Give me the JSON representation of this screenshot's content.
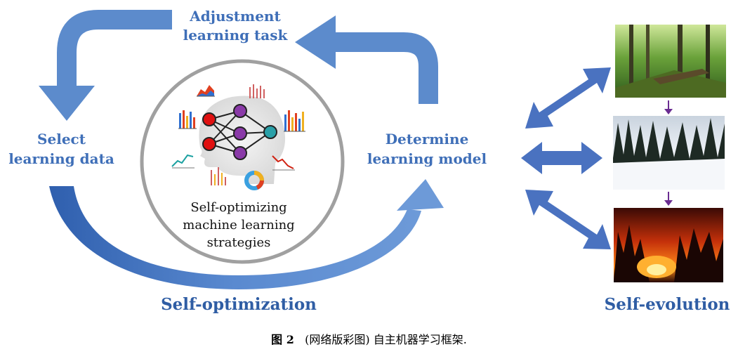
{
  "labels": {
    "adjust_line1": "Adjustment",
    "adjust_line2": "learning task",
    "select_line1": "Select",
    "select_line2": "learning data",
    "determine_line1": "Determine",
    "determine_line2": "learning model",
    "center_line1": "Self-optimizing",
    "center_line2": "machine learning",
    "center_line3": "strategies",
    "self_optimization": "Self-optimization",
    "self_evolution": "Self-evolution"
  },
  "caption": {
    "figure": "图 2",
    "text": "(网络版彩图) 自主机器学习框架."
  },
  "colors": {
    "arrow_blue": "#4f7fc4",
    "label_blue": "#3f6fb8",
    "purple": "#6a2c91",
    "circle_border": "#a0a0a0"
  },
  "icons": [
    "brain-network-icon",
    "bar-chart-icon",
    "line-chart-icon",
    "donut-chart-icon"
  ],
  "scenes": [
    "forest-image",
    "snow-image",
    "fire-image"
  ]
}
